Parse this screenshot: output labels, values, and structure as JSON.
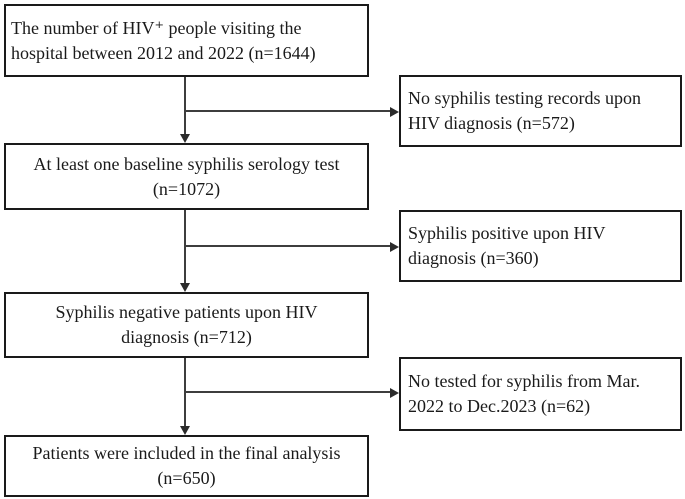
{
  "figure": {
    "type": "flow-diagram",
    "colors": {
      "background": "#ffffff",
      "box_border": "#1a1a1a",
      "text": "#1a1a1a",
      "connector": "#3d3d3d"
    },
    "main_boxes": [
      {
        "id": "hiv-population",
        "n": 1644,
        "text": "The number of HIV⁺ people visiting the\nhospital between 2012 and 2022 (n=1644)"
      },
      {
        "id": "baseline-serology-test",
        "n": 1072,
        "text": "At least one baseline syphilis serology test\n(n=1072)"
      },
      {
        "id": "syphilis-negative",
        "n": 712,
        "text": "Syphilis negative patients upon HIV\ndiagnosis (n=712)"
      },
      {
        "id": "final-analysis",
        "n": 650,
        "text": "Patients were included in the final analysis\n(n=650)"
      }
    ],
    "exclusion_boxes": [
      {
        "id": "no-testing-records",
        "n": 572,
        "text": "No syphilis testing records upon\nHIV diagnosis (n=572)"
      },
      {
        "id": "syphilis-positive",
        "n": 360,
        "text": "Syphilis positive upon HIV\ndiagnosis (n=360)"
      },
      {
        "id": "not-tested-followup",
        "n": 62,
        "text": "No tested for syphilis from Mar.\n2022 to Dec.2023  (n=62)"
      }
    ]
  }
}
